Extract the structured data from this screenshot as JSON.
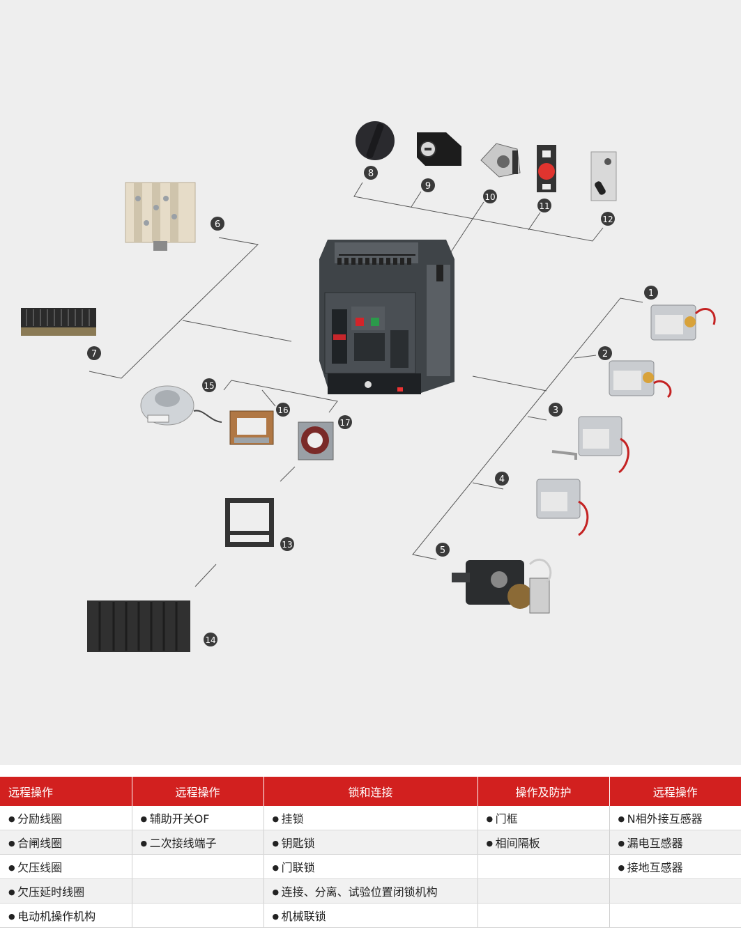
{
  "labels": {
    "n1": "1",
    "n2": "2",
    "n3": "3",
    "n4": "4",
    "n5": "5",
    "n6": "6",
    "n7": "7",
    "n8": "8",
    "n9": "9",
    "n10": "10",
    "n11": "11",
    "n12": "12",
    "n13": "13",
    "n14": "14",
    "n15": "15",
    "n16": "16",
    "n17": "17"
  },
  "colors": {
    "header_red": "#d2201f",
    "badge": "#3a3a3a",
    "line": "#555555"
  },
  "table": {
    "headers": [
      "远程操作",
      "远程操作",
      "锁和连接",
      "操作及防护",
      "远程操作"
    ],
    "rows": [
      [
        "分励线圈",
        "辅助开关OF",
        "挂锁",
        "门框",
        "N相外接互感器"
      ],
      [
        "合闸线圈",
        "二次接线端子",
        "钥匙锁",
        "相间隔板",
        "漏电互感器"
      ],
      [
        "欠压线圈",
        "",
        "门联锁",
        "",
        "接地互感器"
      ],
      [
        "欠压延时线圈",
        "",
        "连接、分离、试验位置闭锁机构",
        "",
        ""
      ],
      [
        "电动机操作机构",
        "",
        "机械联锁",
        "",
        ""
      ]
    ]
  }
}
